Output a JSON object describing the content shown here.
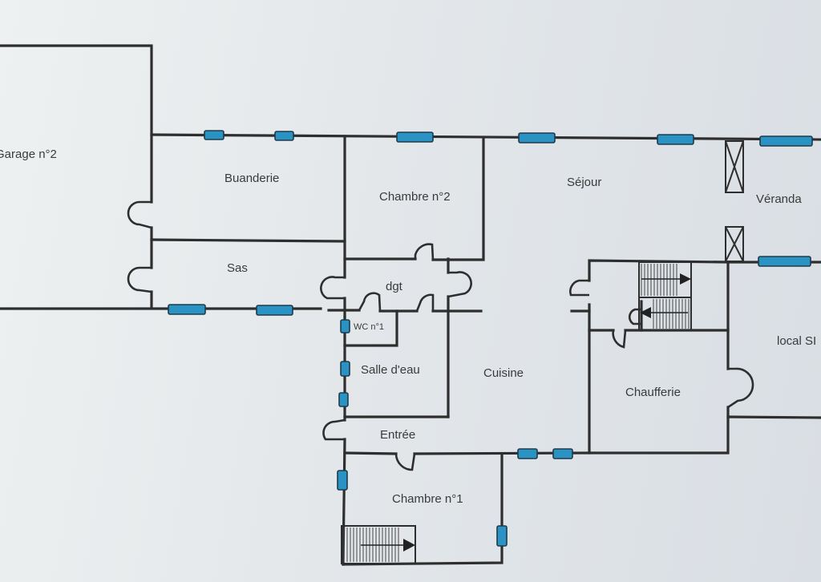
{
  "plan": {
    "rooms": [
      {
        "id": "garage-2",
        "label": "Garage n°2"
      },
      {
        "id": "buanderie",
        "label": "Buanderie"
      },
      {
        "id": "sas",
        "label": "Sas"
      },
      {
        "id": "chambre-2",
        "label": "Chambre n°2"
      },
      {
        "id": "dgt",
        "label": "dgt"
      },
      {
        "id": "wc-1",
        "label": "WC n°1"
      },
      {
        "id": "salle-deau",
        "label": "Salle d'eau"
      },
      {
        "id": "cuisine",
        "label": "Cuisine"
      },
      {
        "id": "entree",
        "label": "Entrée"
      },
      {
        "id": "chambre-1",
        "label": "Chambre n°1"
      },
      {
        "id": "sejour",
        "label": "Séjour"
      },
      {
        "id": "veranda",
        "label": "Véranda"
      },
      {
        "id": "chaufferie",
        "label": "Chaufferie"
      },
      {
        "id": "local-s",
        "label": "local SI"
      }
    ],
    "colors": {
      "wall": "#2e2e2e",
      "window": "#2a93c4",
      "text": "#3a3a3a"
    }
  }
}
